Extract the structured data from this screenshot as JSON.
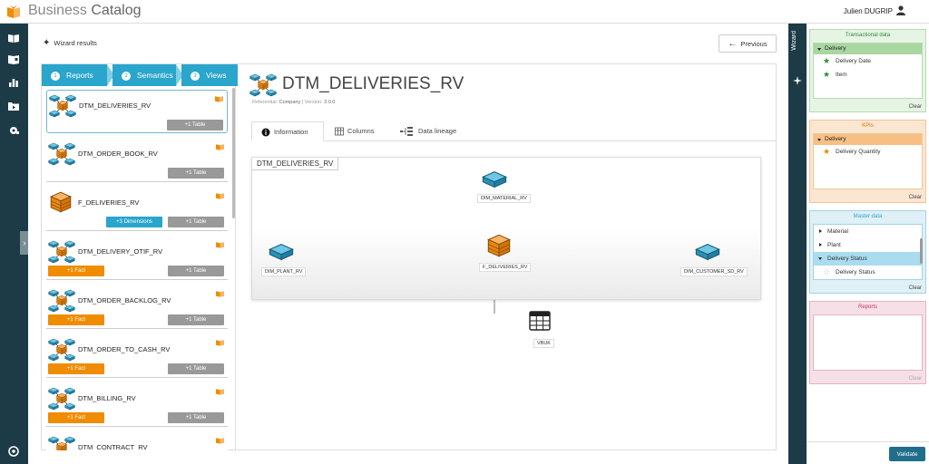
{
  "app": {
    "brand_first": "Business",
    "brand_second": "Catalog",
    "user": "Julien DUGRIP"
  },
  "header": {
    "wizard_results": "Wizard results",
    "previous": "Previous"
  },
  "steps": [
    {
      "num": "1",
      "label": "Reports"
    },
    {
      "num": "2",
      "label": "Semantics"
    },
    {
      "num": "3",
      "label": "Views"
    }
  ],
  "list": [
    {
      "name": "DTM_DELIVERIES_RV",
      "table": "+1 Table"
    },
    {
      "name": "DTM_ORDER_BOOK_RV",
      "table": "+1 Table"
    },
    {
      "name": "F_DELIVERIES_RV",
      "dims": "+3 Dimensions",
      "table": "+1 Table"
    },
    {
      "name": "DTM_DELIVERY_OTIF_RV",
      "fact": "+1 Fact",
      "table": "+1 Table"
    },
    {
      "name": "DTM_ORDER_BACKLOG_RV",
      "fact": "+1 Fact",
      "table": "+1 Table"
    },
    {
      "name": "DTM_ORDER_TO_CASH_RV",
      "fact": "+1 Fact",
      "table": "+1 Table"
    },
    {
      "name": "DTM_BILLING_RV",
      "fact": "+1 Fact",
      "table": "+1 Table"
    },
    {
      "name": "DTM_CONTRACT_RV"
    }
  ],
  "detail": {
    "title": "DTM_DELIVERIES_RV",
    "ref_label": "Referential:",
    "ref_value": "Company",
    "sep": "|",
    "ver_label": "Version:",
    "ver_value": "3.0.0",
    "tabs": [
      "Information",
      "Columns",
      "Data lineage"
    ],
    "diagram_title": "DTM_DELIVERIES_RV",
    "nodes": {
      "material": "DIM_MATERIAL_RV",
      "plant": "DIM_PLANT_RV",
      "fact": "F_DELIVERIES_RV",
      "customer": "DIM_CUSTOMER_SD_RV",
      "table": "VBUK"
    }
  },
  "wizard": {
    "label": "Wizard",
    "transactional": {
      "title": "Transactional data",
      "group": "Delivery",
      "items": [
        "Delivery Date",
        "Item"
      ],
      "clear": "Clear"
    },
    "kpis": {
      "title": "KPIs",
      "group": "Delivery",
      "items": [
        "Delivery Quantity"
      ],
      "clear": "Clear"
    },
    "master": {
      "title": "Master data",
      "items": [
        "Material",
        "Plant"
      ],
      "selected": "Delivery Status",
      "sub": "Delivery Status",
      "clear": "Clear"
    },
    "reports": {
      "title": "Reports",
      "clear": "Clear"
    },
    "validate": "Validate"
  },
  "colors": {
    "nav": "#1c3b47",
    "accent": "#2aa5cc",
    "fact": "#f08c00",
    "table_badge": "#999999",
    "green": "#2e8b3a",
    "orange": "#e8870f"
  }
}
